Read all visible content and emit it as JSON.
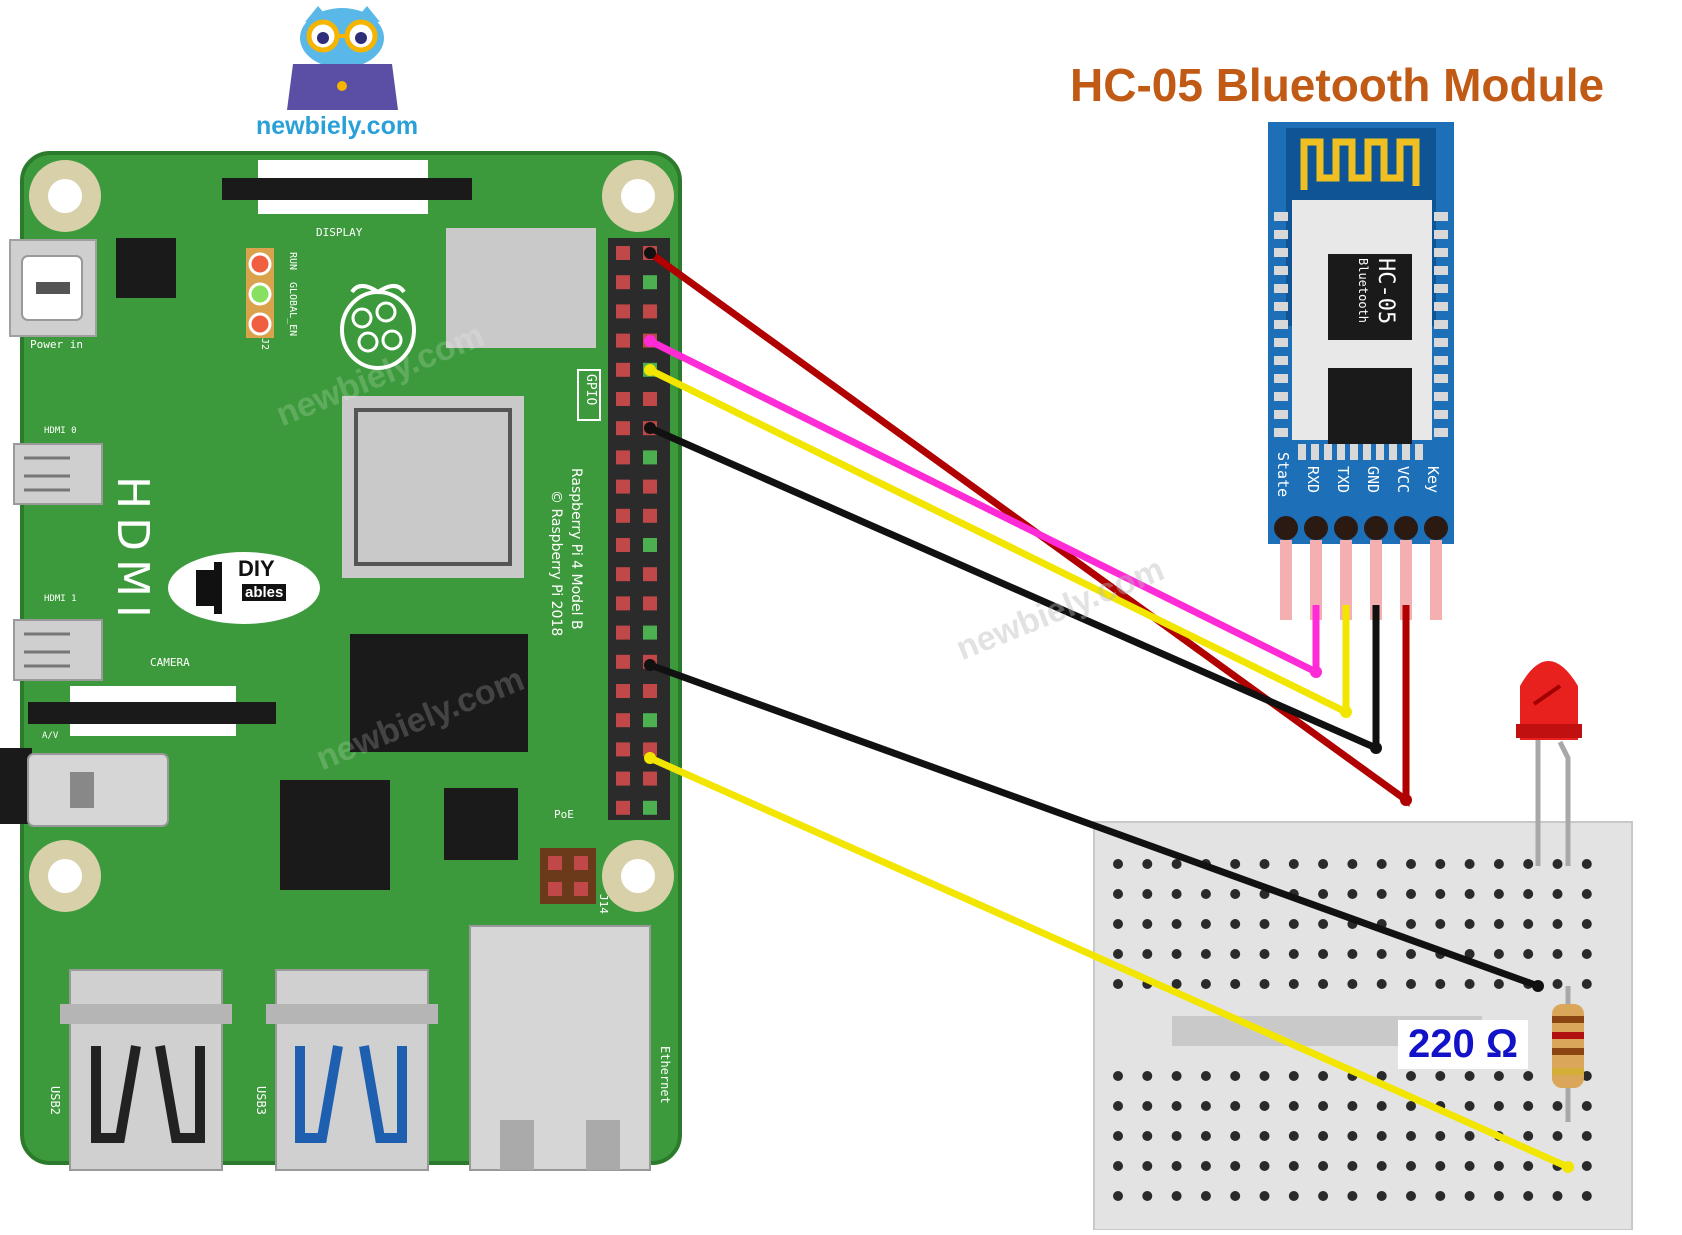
{
  "brand": {
    "site": "newbiely.com"
  },
  "module": {
    "title": "HC-05 Bluetooth Module",
    "chip_name": "HC-05",
    "chip_sub": "Bluetooth",
    "pins": [
      "State",
      "RXD",
      "TXD",
      "GND",
      "VCC",
      "Key"
    ]
  },
  "board": {
    "model_line1": "Raspberry Pi 4 Model B",
    "model_line2": "© Raspberry Pi 2018",
    "display": "DISPLAY",
    "power_in": "Power in",
    "hdmi0": "HDMI 0",
    "hdmi1": "HDMI 1",
    "hdmi": "HDMI",
    "camera": "CAMERA",
    "av": "A/V",
    "gpio": "GPIO",
    "poe": "PoE",
    "j14": "J14",
    "j2": "J2",
    "run": "RUN",
    "global_en": "GLOBAL_EN",
    "usb2": "USB2",
    "usb3": "USB3",
    "ethernet": "Ethernet",
    "diy_logo_top": "DIY",
    "diy_logo_bottom": "ables"
  },
  "resistor": {
    "label": "220 Ω"
  },
  "watermark": "newbiely.com",
  "colors": {
    "board_green": "#3d9a3c",
    "board_edge": "#2c7a2c",
    "title_orange": "#c05a14",
    "module_blue": "#1d6fb8",
    "resistor_label_blue": "#1212c8",
    "wire_red": "#b00000",
    "wire_magenta": "#ff2bd6",
    "wire_yellow": "#f2e600",
    "wire_black": "#111111",
    "led_red": "#e8201e"
  },
  "connections": [
    {
      "from": "Raspberry Pi 5V",
      "to": "HC-05 VCC",
      "color": "red"
    },
    {
      "from": "Raspberry Pi TXD",
      "to": "HC-05 RXD",
      "color": "magenta"
    },
    {
      "from": "Raspberry Pi RXD",
      "to": "HC-05 TXD",
      "color": "yellow"
    },
    {
      "from": "Raspberry Pi GND",
      "to": "HC-05 GND",
      "color": "black"
    },
    {
      "from": "Raspberry Pi GND",
      "to": "breadboard LED cathode row",
      "color": "black"
    },
    {
      "from": "Raspberry Pi GPIO",
      "to": "breadboard resistor row",
      "color": "yellow"
    }
  ]
}
